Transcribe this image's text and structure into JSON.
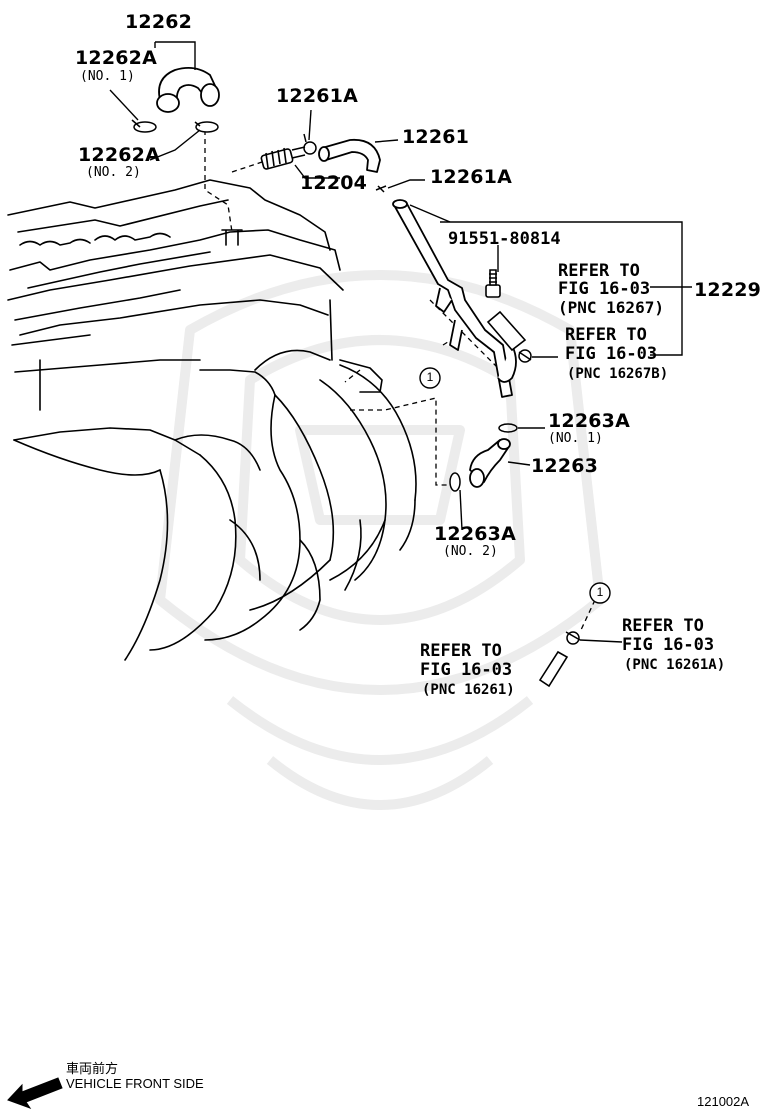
{
  "diagram": {
    "parts": {
      "p12262": "12262",
      "p12262A_1": "12262A",
      "p12262A_1_no": "(NO. 1)",
      "p12262A_2": "12262A",
      "p12262A_2_no": "(NO. 2)",
      "p12261A_top": "12261A",
      "p12261": "12261",
      "p12204": "12204",
      "p12261A_mid": "12261A",
      "p91551": "91551-80814",
      "p12229": "12229",
      "p12263A_1": "12263A",
      "p12263A_1_no": "(NO. 1)",
      "p12263": "12263",
      "p12263A_2": "12263A",
      "p12263A_2_no": "(NO. 2)"
    },
    "refs": {
      "r1_line1": "REFER TO",
      "r1_line2": "FIG 16-03",
      "r1_pnc": "(PNC 16267)",
      "r2_line1": "REFER TO",
      "r2_line2": "FIG 16-03",
      "r2_pnc": "(PNC 16267B)",
      "r3_line1": "REFER TO",
      "r3_line2": "FIG 16-03",
      "r3_pnc": "(PNC 16261A)",
      "r4_line1": "REFER TO",
      "r4_line2": "FIG 16-03",
      "r4_pnc": "(PNC 16261)"
    },
    "callout_1": "1",
    "callout_2": "1"
  },
  "footer": {
    "jp_label": "車両前方",
    "en_label": "VEHICLE FRONT SIDE",
    "figure_code": "121002A"
  }
}
